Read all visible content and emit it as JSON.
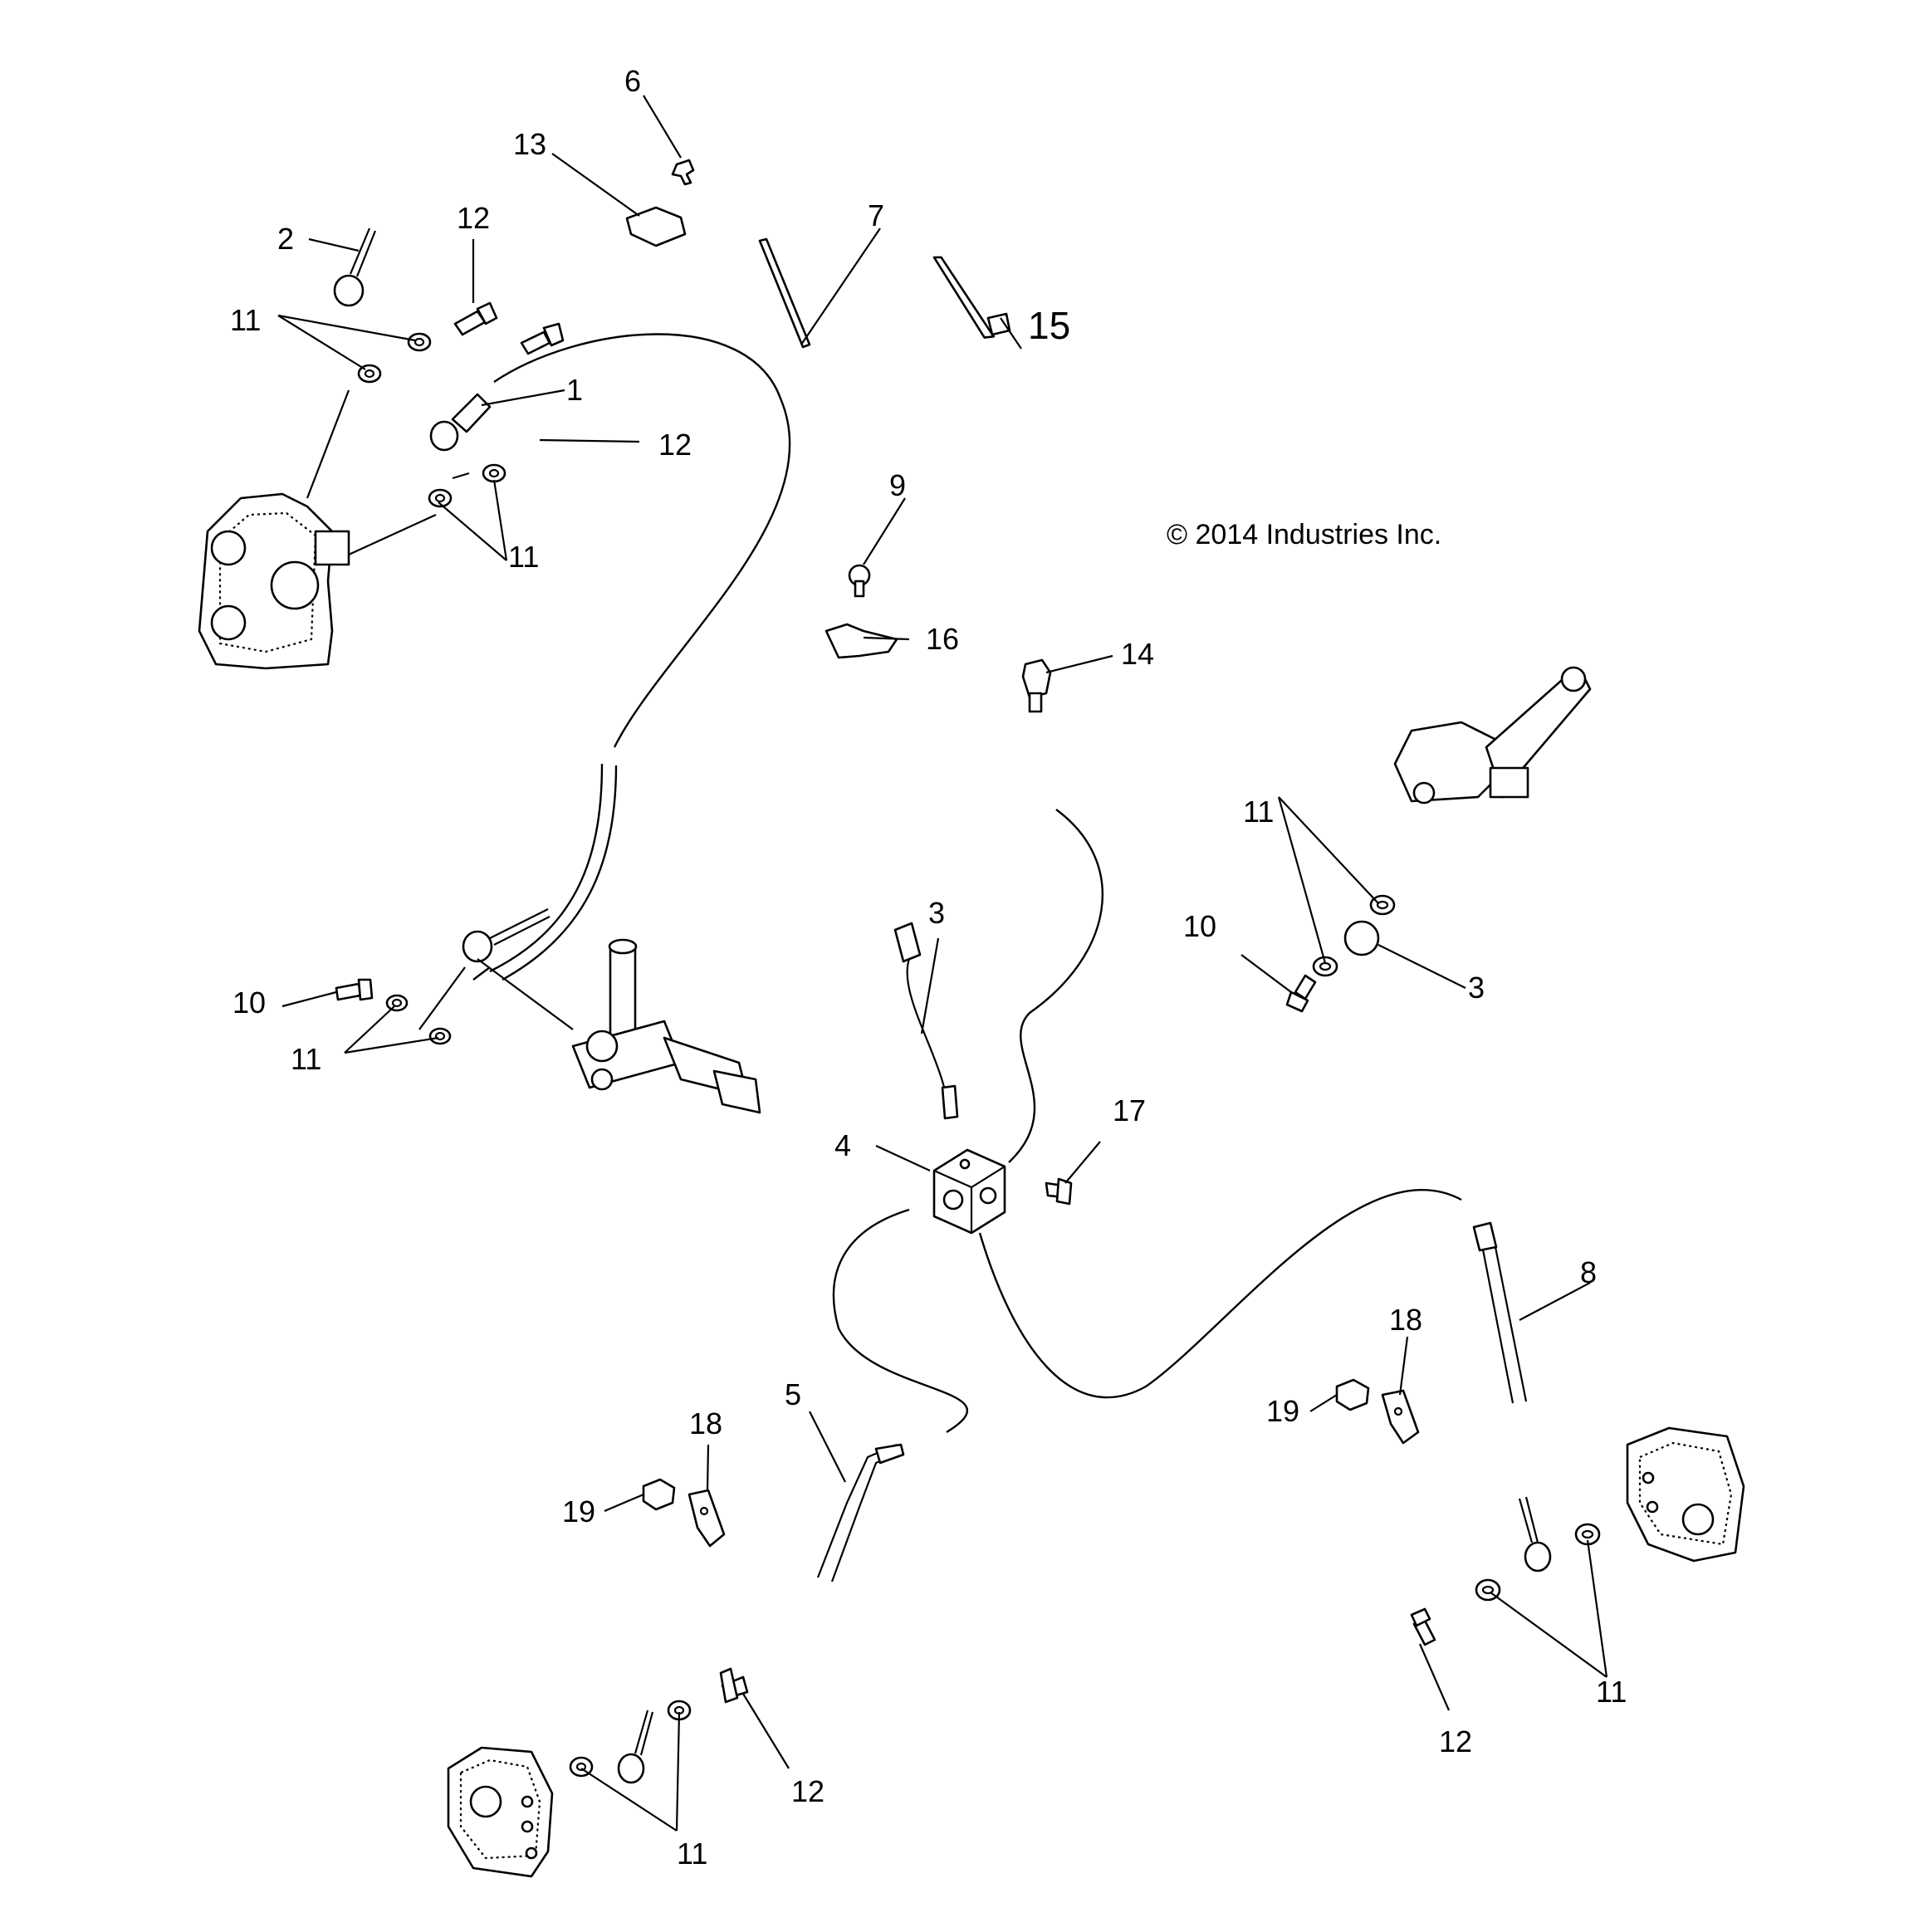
{
  "diagram": {
    "copyright": "© 2014 Industries Inc.",
    "callouts": {
      "c1": "1",
      "c2": "2",
      "c3a": "3",
      "c3b": "3",
      "c4": "4",
      "c5": "5",
      "c6": "6",
      "c7": "7",
      "c8": "8",
      "c9": "9",
      "c10a": "10",
      "c10b": "10",
      "c11a": "11",
      "c11b": "11",
      "c11c": "11",
      "c11d": "11",
      "c11e": "11",
      "c11f": "11",
      "c12a": "12",
      "c12b": "12",
      "c12c": "12",
      "c12d": "12",
      "c13": "13",
      "c14": "14",
      "c15": "15",
      "c16": "16",
      "c17": "17",
      "c18a": "18",
      "c18b": "18",
      "c19a": "19",
      "c19b": "19"
    }
  }
}
